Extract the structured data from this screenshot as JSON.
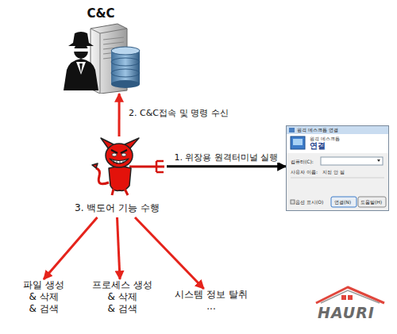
{
  "diagram": {
    "nodes": [
      {
        "text": [
          "C&C"
        ]
      },
      {
        "text": [
          "3. 백도어 기능 수행"
        ]
      },
      {
        "text": [
          "원격 데스크톱 연결",
          "원격 데스크톱",
          "연결",
          "컴퓨터(C):",
          "사용자 이름:",
          "지정 안 됨",
          "옵션 표시(O)",
          "연결(N)",
          "도움말(H)"
        ]
      },
      {
        "text": [
          "파일 생성 & 삭제 & 검색"
        ]
      },
      {
        "text": [
          "프로세스 생성 & 삭제 & 검색"
        ]
      },
      {
        "text": [
          "시스템 정보 탈취 ..."
        ]
      }
    ],
    "edges": [
      {
        "from": 1,
        "to": 0,
        "arrow": "to",
        "label": "2. C&C접속 및 명령 수신"
      },
      {
        "from": 1,
        "to": 2,
        "arrow": "to",
        "label": "1. 위장용 원격터미널 실행"
      },
      {
        "from": 1,
        "to": 3,
        "arrow": "to"
      },
      {
        "from": 1,
        "to": 4,
        "arrow": "to"
      },
      {
        "from": 1,
        "to": 5,
        "arrow": "to"
      }
    ],
    "labels": [
      "HAURI"
    ]
  }
}
